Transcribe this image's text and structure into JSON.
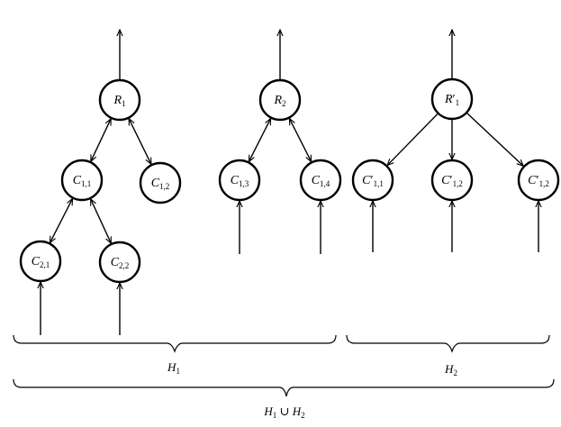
{
  "diagram": {
    "nodes": [
      {
        "id": "R1",
        "main": "R",
        "prime": "",
        "sub": "1"
      },
      {
        "id": "C11",
        "main": "C",
        "prime": "",
        "sub": "1,1"
      },
      {
        "id": "C12",
        "main": "C",
        "prime": "",
        "sub": "1,2"
      },
      {
        "id": "C21",
        "main": "C",
        "prime": "",
        "sub": "2,1"
      },
      {
        "id": "C22",
        "main": "C",
        "prime": "",
        "sub": "2,2"
      },
      {
        "id": "R2",
        "main": "R",
        "prime": "",
        "sub": "2"
      },
      {
        "id": "C13",
        "main": "C",
        "prime": "",
        "sub": "1,3"
      },
      {
        "id": "C14",
        "main": "C",
        "prime": "",
        "sub": "1,4"
      },
      {
        "id": "R1p",
        "main": "R",
        "prime": "′",
        "sub": "1"
      },
      {
        "id": "C11p",
        "main": "C",
        "prime": "′",
        "sub": "1,1"
      },
      {
        "id": "C12p_a",
        "main": "C",
        "prime": "′",
        "sub": "1,2"
      },
      {
        "id": "C12p_b",
        "main": "C",
        "prime": "′",
        "sub": "1,2"
      }
    ],
    "edges": [
      {
        "from": "R1",
        "to": "C11",
        "kind": "bidirectional"
      },
      {
        "from": "R1",
        "to": "C12",
        "kind": "bidirectional"
      },
      {
        "from": "C11",
        "to": "C21",
        "kind": "bidirectional"
      },
      {
        "from": "C11",
        "to": "C22",
        "kind": "bidirectional"
      },
      {
        "from": "R2",
        "to": "C13",
        "kind": "bidirectional"
      },
      {
        "from": "R2",
        "to": "C14",
        "kind": "bidirectional"
      },
      {
        "from": "R1p",
        "to": "C11p",
        "kind": "directed"
      },
      {
        "from": "R1p",
        "to": "C12p_a",
        "kind": "directed"
      },
      {
        "from": "R1p",
        "to": "C12p_b",
        "kind": "directed"
      }
    ],
    "groups": [
      {
        "id": "H1",
        "main": "H",
        "sub": "1",
        "suffix": "",
        "suffix_sub": ""
      },
      {
        "id": "H2",
        "main": "H",
        "sub": "2",
        "suffix": "",
        "suffix_sub": ""
      },
      {
        "id": "H1H2",
        "main": "H",
        "sub": "1",
        "suffix": " ∪ H",
        "suffix_sub": "2"
      }
    ]
  }
}
